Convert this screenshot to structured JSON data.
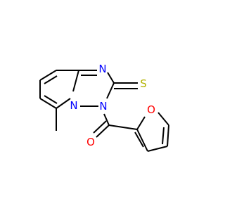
{
  "molecule": {
    "colors": {
      "bond": "#000000",
      "N": "#0000ff",
      "S": "#b2b200",
      "O": "#ff0000",
      "background": "#ffffff"
    },
    "labels": {
      "n_imine": "N",
      "n_bridge": "N",
      "n_ring": "N",
      "s_thione": "S",
      "o_carbonyl": "O",
      "o_furan": "O"
    }
  }
}
